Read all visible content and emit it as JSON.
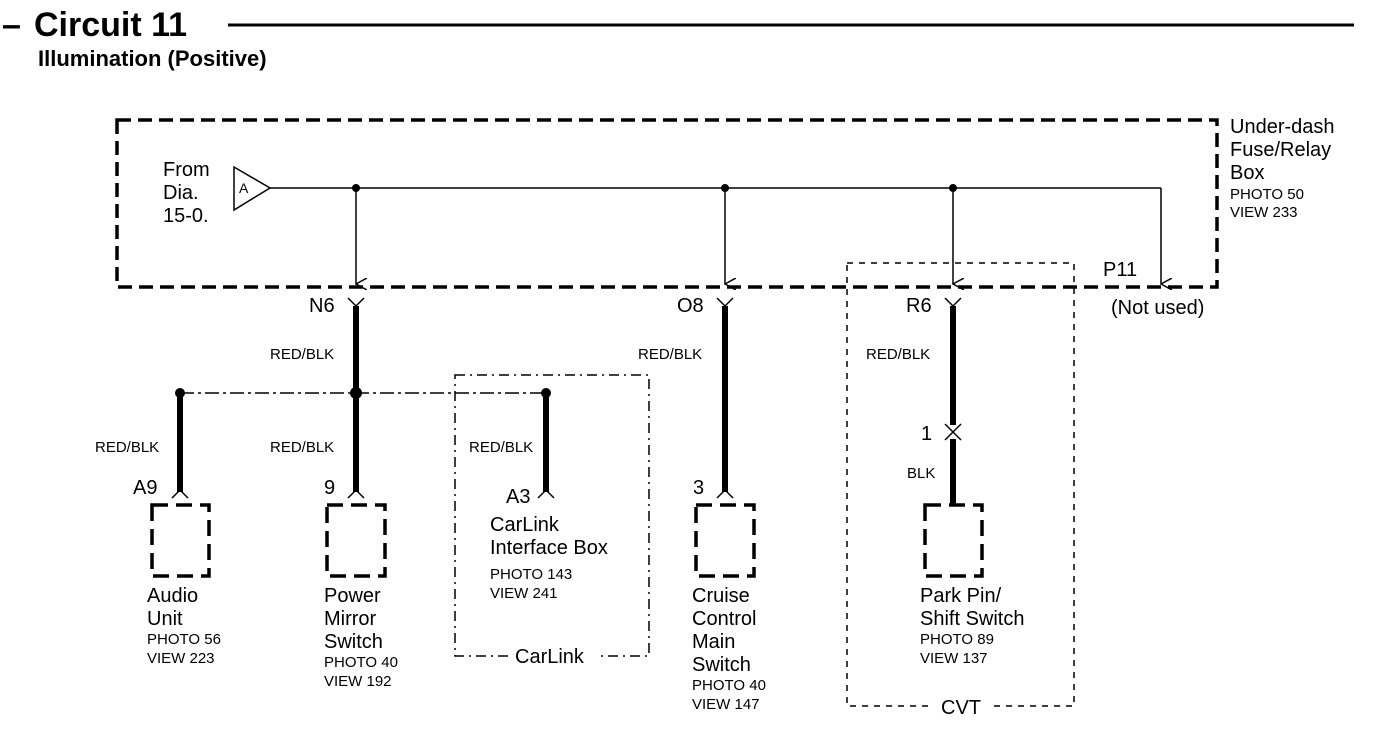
{
  "title": {
    "prefix": "–",
    "circuit": "Circuit 11",
    "subtitle": "Illumination (Positive)"
  },
  "fuse_box": {
    "name_lines": [
      "Under-dash",
      "Fuse/Relay",
      "Box"
    ],
    "photo": "PHOTO 50",
    "view": "VIEW 233",
    "source_lines": [
      "From",
      "Dia.",
      "15-0."
    ],
    "source_symbol": "A"
  },
  "terminals": {
    "n6": "N6",
    "o8": "O8",
    "r6": "R6",
    "p11": "P11",
    "p11_note": "(Not used)"
  },
  "wire_colors": {
    "n6_wire": "RED/BLK",
    "o8_wire": "RED/BLK",
    "r6_wire": "RED/BLK",
    "audio_wire": "RED/BLK",
    "mirror_wire": "RED/BLK",
    "carlink_wire": "RED/BLK",
    "park_wire": "BLK"
  },
  "inline_connector": {
    "pin": "1"
  },
  "components": {
    "audio": {
      "pin": "A9",
      "name_lines": [
        "Audio",
        "Unit"
      ],
      "photo": "PHOTO 56",
      "view": "VIEW 223"
    },
    "mirror": {
      "pin": "9",
      "name_lines": [
        "Power",
        "Mirror",
        "Switch"
      ],
      "photo": "PHOTO 40",
      "view": "VIEW 192"
    },
    "carlink": {
      "pin": "A3",
      "name_lines": [
        "CarLink",
        "Interface Box"
      ],
      "photo": "PHOTO 143",
      "view": "VIEW 241"
    },
    "cruise": {
      "pin": "3",
      "name_lines": [
        "Cruise",
        "Control",
        "Main",
        "Switch"
      ],
      "photo": "PHOTO 40",
      "view": "VIEW 147"
    },
    "park": {
      "name_lines": [
        "Park Pin/",
        "Shift Switch"
      ],
      "photo": "PHOTO 89",
      "view": "VIEW 137"
    }
  },
  "options": {
    "carlink": "CarLink",
    "cvt": "CVT"
  }
}
